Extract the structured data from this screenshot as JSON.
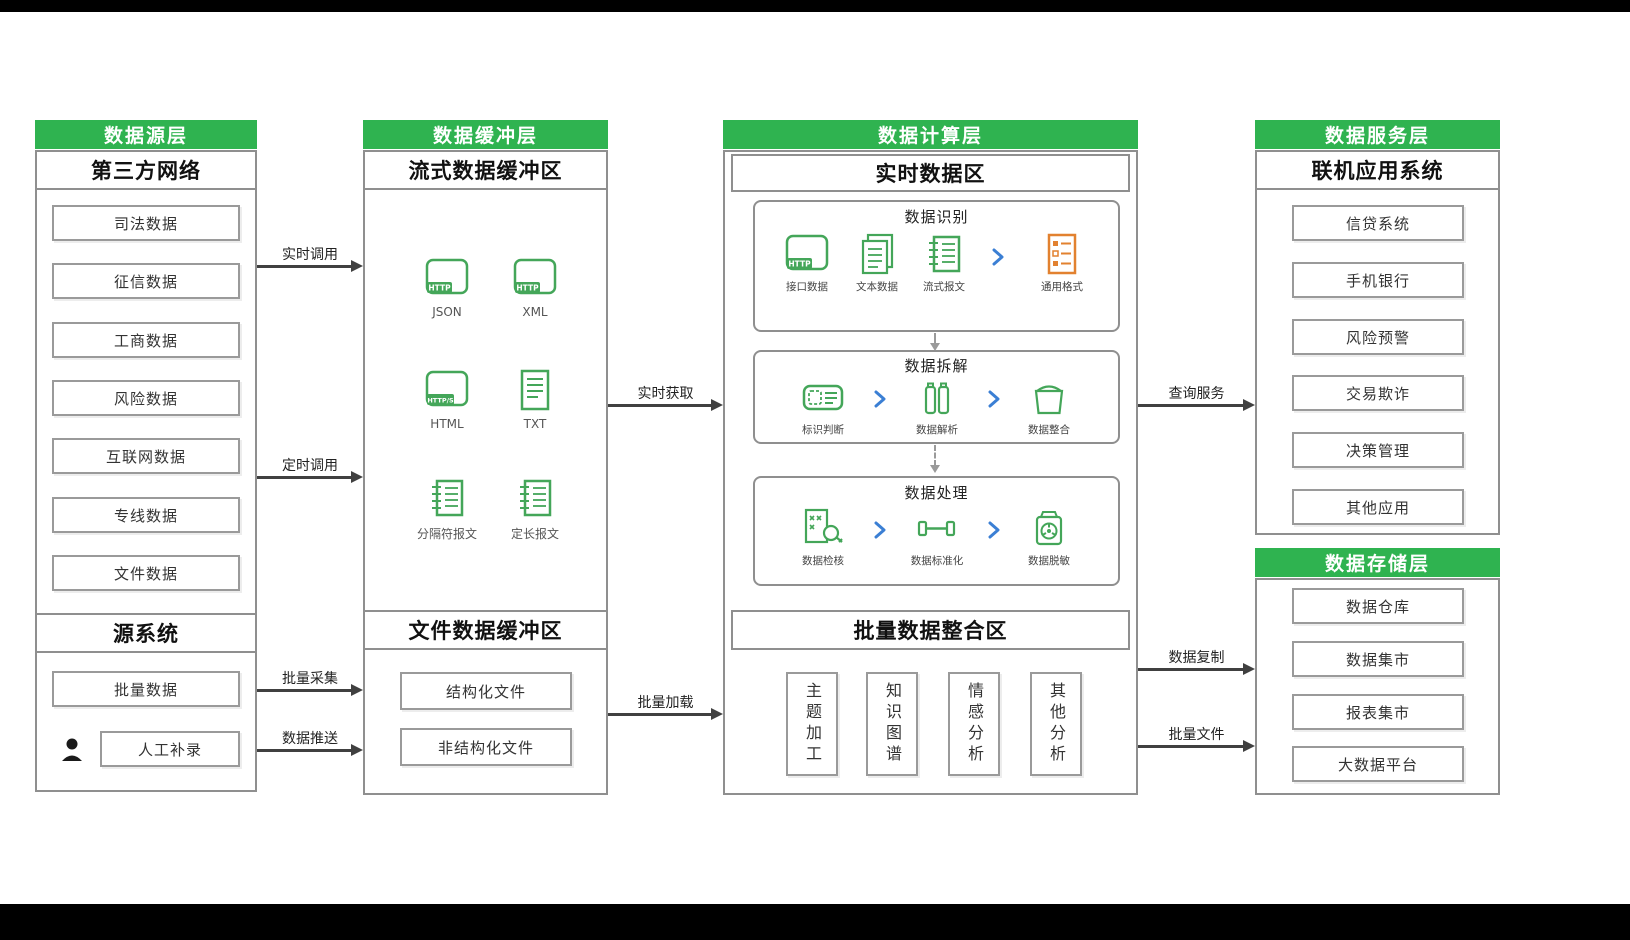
{
  "colors": {
    "header_green": "#2fb350",
    "icon_green": "#44a659",
    "icon_orange": "#e2812f",
    "chevron_blue": "#3b7fd4",
    "arrow_dark": "#404040"
  },
  "source_layer": {
    "header": "数据源层",
    "third_party": {
      "title": "第三方网络",
      "items": [
        "司法数据",
        "征信数据",
        "工商数据",
        "风险数据",
        "互联网数据",
        "专线数据",
        "文件数据"
      ]
    },
    "source_system": {
      "title": "源系统",
      "items": [
        "批量数据",
        "人工补录"
      ]
    }
  },
  "buffer_layer": {
    "header": "数据缓冲层",
    "stream_zone": {
      "title": "流式数据缓冲区",
      "formats": [
        {
          "label": "JSON",
          "badge": "HTTP"
        },
        {
          "label": "XML",
          "badge": "HTTP"
        },
        {
          "label": "HTML",
          "badge": "HTTP/S"
        },
        {
          "label": "TXT"
        },
        {
          "label": "分隔符报文"
        },
        {
          "label": "定长报文"
        }
      ]
    },
    "file_zone": {
      "title": "文件数据缓冲区",
      "items": [
        "结构化文件",
        "非结构化文件"
      ]
    }
  },
  "compute_layer": {
    "header": "数据计算层",
    "realtime_zone": {
      "title": "实时数据区",
      "stages": [
        {
          "title": "数据识别",
          "steps": [
            {
              "label": "接口数据",
              "badge": "HTTP"
            },
            {
              "label": "文本数据"
            },
            {
              "label": "流式报文"
            },
            {
              "label": "通用格式"
            }
          ]
        },
        {
          "title": "数据拆解",
          "steps": [
            {
              "label": "标识判断"
            },
            {
              "label": "数据解析"
            },
            {
              "label": "数据整合"
            }
          ]
        },
        {
          "title": "数据处理",
          "steps": [
            {
              "label": "数据检核"
            },
            {
              "label": "数据标准化"
            },
            {
              "label": "数据脱敏"
            }
          ]
        }
      ]
    },
    "batch_zone": {
      "title": "批量数据整合区",
      "items": [
        "主题加工",
        "知识图谱",
        "情感分析",
        "其他分析"
      ]
    }
  },
  "service_layer": {
    "header": "数据服务层",
    "title": "联机应用系统",
    "items": [
      "信贷系统",
      "手机银行",
      "风险预警",
      "交易欺诈",
      "决策管理",
      "其他应用"
    ]
  },
  "storage_layer": {
    "header": "数据存储层",
    "items": [
      "数据仓库",
      "数据集市",
      "报表集市",
      "大数据平台"
    ]
  },
  "arrows": {
    "realtime_call": "实时调用",
    "timed_call": "定时调用",
    "batch_collect": "批量采集",
    "data_push": "数据推送",
    "realtime_fetch": "实时获取",
    "batch_load": "批量加载",
    "query_service": "查询服务",
    "data_copy": "数据复制",
    "batch_file": "批量文件"
  }
}
